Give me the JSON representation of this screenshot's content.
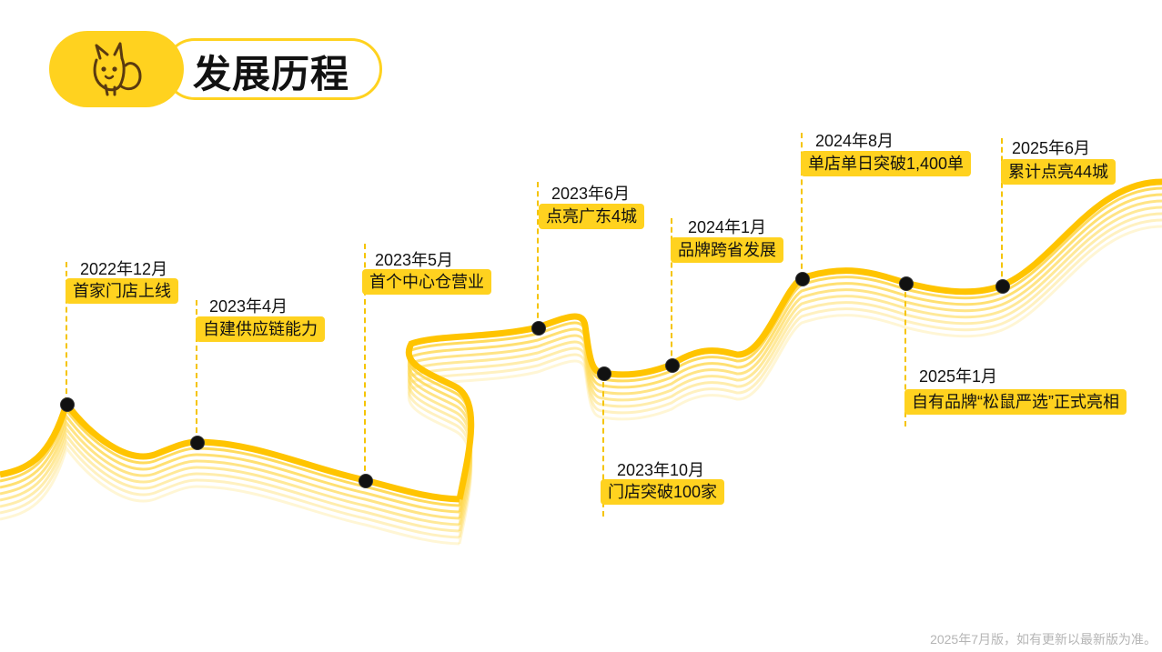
{
  "header": {
    "title": "发展历程",
    "logo_icon": "squirrel-icon"
  },
  "colors": {
    "accent": "#FFD21F",
    "dash": "#F5C400",
    "dot": "#111111"
  },
  "milestones": [
    {
      "date": "2022年12月",
      "label": "首家门店上线"
    },
    {
      "date": "2023年4月",
      "label": "自建供应链能力"
    },
    {
      "date": "2023年5月",
      "label": "首个中心仓营业"
    },
    {
      "date": "2023年6月",
      "label": "点亮广东4城"
    },
    {
      "date": "2023年10月",
      "label": "门店突破100家"
    },
    {
      "date": "2024年1月",
      "label": "品牌跨省发展"
    },
    {
      "date": "2024年8月",
      "label": "单店单日突破1,400单"
    },
    {
      "date": "2025年1月",
      "label": "自有品牌“松鼠严选”正式亮相"
    },
    {
      "date": "2025年6月",
      "label": "累计点亮44城"
    }
  ],
  "footer": {
    "note": "2025年7月版，如有更新以最新版为准。"
  }
}
